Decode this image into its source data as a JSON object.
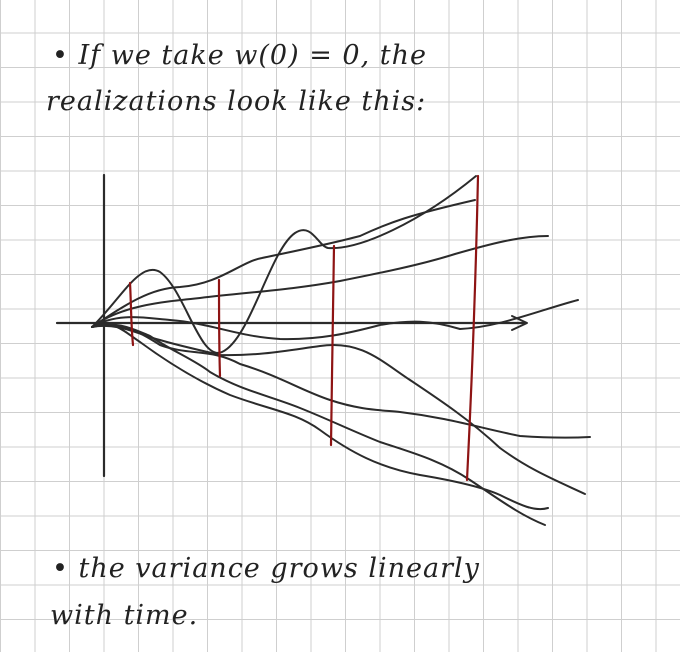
{
  "notes": {
    "line1": "• If we take w(0) = 0, the",
    "line2": "realizations look like this:",
    "line3": "• the variance grows linearly",
    "line4": "with time."
  },
  "colors": {
    "ink": "#2b2b2b",
    "marker": "#8e1414",
    "grid": "#cfcfcf"
  }
}
